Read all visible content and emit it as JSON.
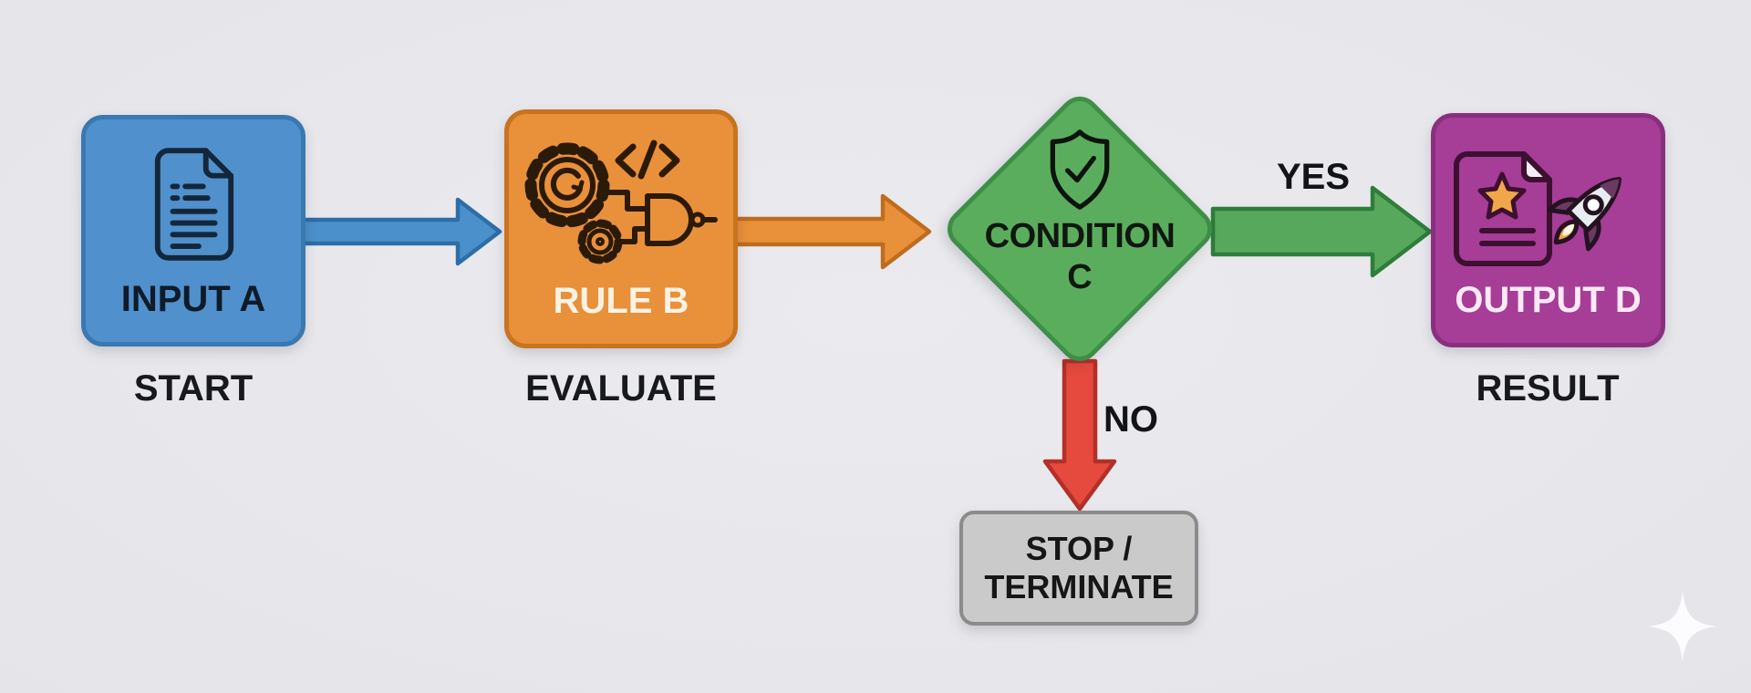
{
  "canvas": {
    "background": "#e8e8ec"
  },
  "nodes": {
    "input": {
      "title": "INPUT A",
      "caption": "START",
      "fill": "#5090cc",
      "border": "#3a78b2",
      "title_color": "#0f1b29",
      "icon": "document-icon"
    },
    "rule": {
      "title": "RULE B",
      "caption": "EVALUATE",
      "fill": "#e9903a",
      "border": "#c8731f",
      "title_color": "#faf3e4",
      "icon": "gears-code-logic-gate-icon"
    },
    "condition": {
      "title_line1": "CONDITION",
      "title_line2": "C",
      "fill": "#5bad5e",
      "border": "#3e8e47",
      "title_color": "#10170f",
      "icon": "shield-check-icon",
      "shape": "diamond"
    },
    "output": {
      "title": "OUTPUT D",
      "caption": "RESULT",
      "fill": "#a63d97",
      "border": "#8a2f7e",
      "title_color": "#fdeaf5",
      "icon": "document-star-rocket-icon"
    },
    "stop": {
      "line1": "STOP /",
      "line2": "TERMINATE",
      "fill": "#cacaca",
      "border": "#8b8b8b",
      "text_color": "#161616"
    }
  },
  "edges": {
    "input_to_rule": {
      "fill": "#4b90cb",
      "outline": "#2e6da8"
    },
    "rule_to_condition": {
      "fill": "#e9903a",
      "outline": "#bf6c1e"
    },
    "condition_to_output": {
      "label": "YES",
      "fill": "#57a85c",
      "outline": "#2e7d3a"
    },
    "condition_to_stop": {
      "label": "NO",
      "fill": "#e6493d",
      "outline": "#b23027"
    }
  },
  "decoration": {
    "sparkle_icon": "sparkle-icon",
    "sparkle_color": "#fcfcfe"
  }
}
